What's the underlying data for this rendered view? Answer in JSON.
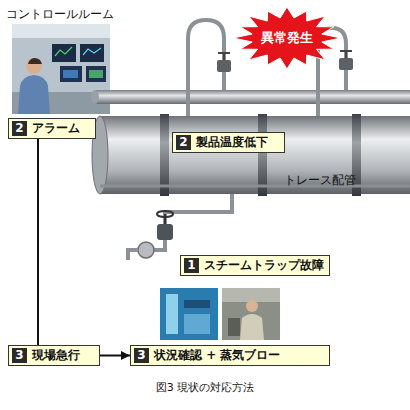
{
  "diagram": {
    "caption": "図3 現状の対応方法",
    "nodes": [
      {
        "text": [
          "異常発生"
        ]
      },
      {
        "text": [
          "2",
          "アラーム"
        ]
      },
      {
        "text": [
          "2",
          "製品温度低下"
        ]
      },
      {
        "text": [
          "1",
          "スチームトラップ故障"
        ]
      },
      {
        "text": [
          "3",
          "現場急行"
        ]
      },
      {
        "text": [
          "3",
          "状況確認 + 蒸気ブロー"
        ]
      }
    ],
    "edges": [
      {
        "from": 1,
        "to": 4,
        "arrow": "none"
      },
      {
        "from": 4,
        "to": 5,
        "arrow": "to"
      }
    ],
    "labels": [
      "コントロールルーム",
      "トレース配管"
    ]
  }
}
